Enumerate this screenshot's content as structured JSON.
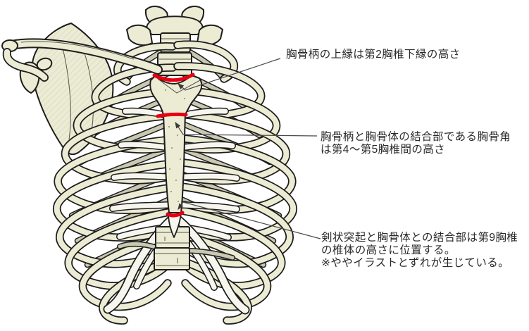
{
  "figure": {
    "kind": "anatomical illustration",
    "subject": "rib cage, sternum and left shoulder girdle, anterior view with three red level markers"
  },
  "colors": {
    "bone": "#ecebd3",
    "bone_shadow": "#c9c8b1",
    "cartilage": "#f6f6ef",
    "outline": "#1d1d1d",
    "marker": "#e60012",
    "leader": "#4a4a4a",
    "text": "#2a2a2a",
    "background": "#ffffff"
  },
  "annotations": {
    "manubrium_top": {
      "line1": "胸骨柄の上縁は第2胸椎下縁の高さ"
    },
    "sternal_angle": {
      "line1": "胸骨柄と胸骨体の結合部である胸骨角",
      "line2": "は第4～第5胸椎間の高さ"
    },
    "xiphoid_junction": {
      "line1": "剣状突起と胸骨体との結合部は第9胸椎",
      "line2": "の椎体の高さに位置する。",
      "note": "※ややイラストとずれが生じている。"
    }
  }
}
